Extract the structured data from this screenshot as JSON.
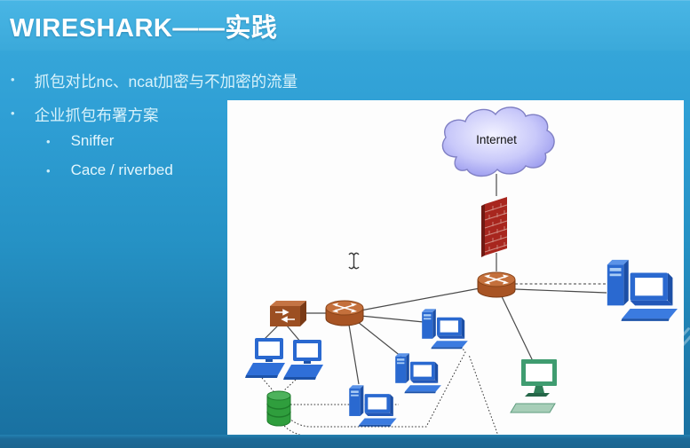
{
  "slide": {
    "title": "WIRESHARK——实践",
    "bullets": [
      {
        "level": 1,
        "text": "抓包对比nc、ncat加密与不加密的流量"
      },
      {
        "level": 1,
        "text": "企业抓包布署方案"
      },
      {
        "level": 2,
        "text": "Sniffer"
      },
      {
        "level": 2,
        "text": "Cace / riverbed"
      }
    ]
  },
  "diagram": {
    "internet_label": "Internet",
    "nodes": [
      {
        "name": "internet-cloud",
        "label": "Internet"
      },
      {
        "name": "firewall"
      },
      {
        "name": "edge-router"
      },
      {
        "name": "lan-router"
      },
      {
        "name": "switch"
      },
      {
        "name": "analyst-pc-right"
      },
      {
        "name": "desktop-pc-upper"
      },
      {
        "name": "desktop-pc-middle"
      },
      {
        "name": "desktop-pc-lower"
      },
      {
        "name": "workstation-left-1"
      },
      {
        "name": "workstation-left-2"
      },
      {
        "name": "capture-database"
      },
      {
        "name": "monitor-terminal-green"
      }
    ],
    "cursor": "text-ibeam"
  },
  "colors": {
    "band_top": "#49b6e5",
    "body_top": "#3aabdd",
    "body_bottom": "#186f9f",
    "bottom_bar": "#1d6a98",
    "panel": "#fdfdfd",
    "title_text": "#ffffff",
    "bullet_text": "#d8f2fb",
    "cloud_fill": "#a9a9f2",
    "firewall_red": "#a8261e",
    "router_brown": "#a9572a",
    "device_blue": "#2a69d0",
    "database_green": "#2f9e3d",
    "terminal_green": "#3f9c70",
    "link_line": "#4a4a4a"
  }
}
